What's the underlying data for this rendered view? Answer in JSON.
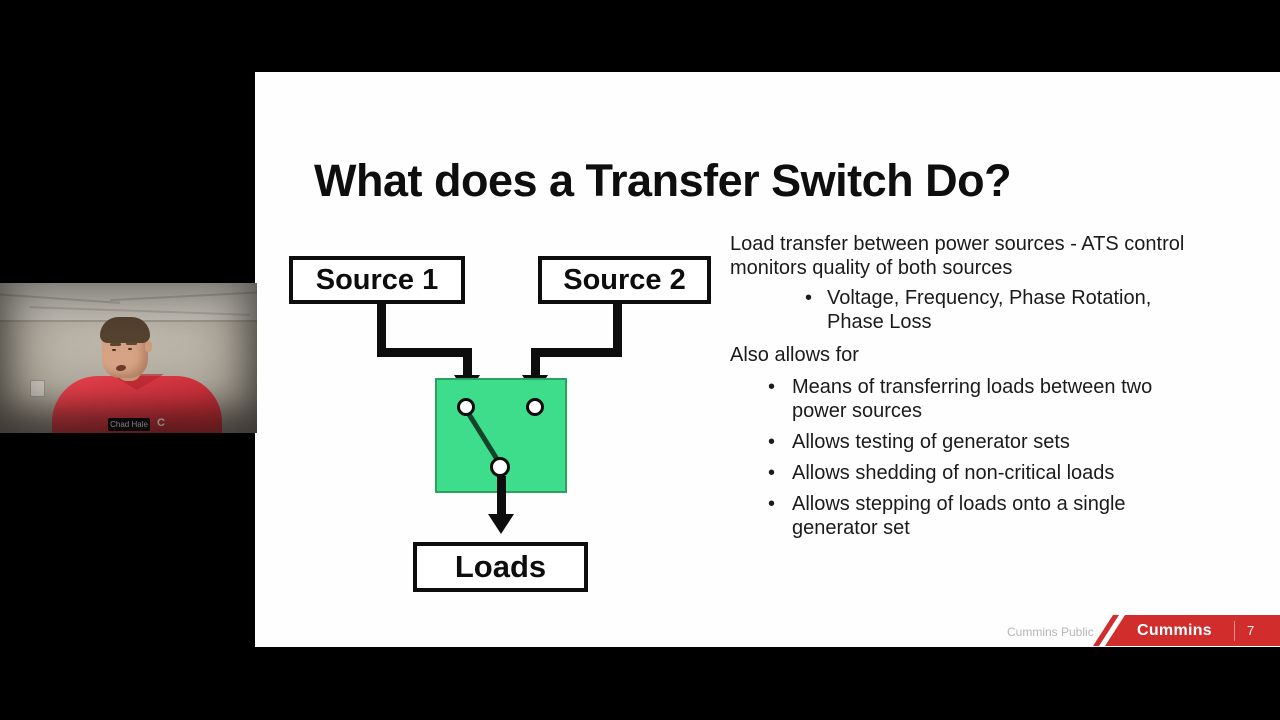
{
  "slide": {
    "title": "What does a Transfer Switch Do?",
    "diagram": {
      "source1_label": "Source 1",
      "source2_label": "Source 2",
      "loads_label": "Loads",
      "switch_fill_color": "#3edd8c",
      "switch_border_color": "#2aa263"
    },
    "content": {
      "intro": "Load transfer between power sources - ATS control monitors quality of both sources",
      "intro_bullets": [
        "Voltage, Frequency, Phase Rotation, Phase Loss"
      ],
      "also_heading": "Also allows for",
      "also_bullets": [
        "Means of transferring loads between two power sources",
        "Allows testing of generator sets",
        "Allows shedding of non-critical loads",
        "Allows stepping of loads onto a single generator set"
      ]
    },
    "footer": {
      "classification": "Cummins Public",
      "brand": "Cummins",
      "page_number": "7",
      "brand_red": "#d12d2d"
    }
  },
  "webcam": {
    "name_tag": "Chad Hale",
    "shirt_logo": "C"
  }
}
